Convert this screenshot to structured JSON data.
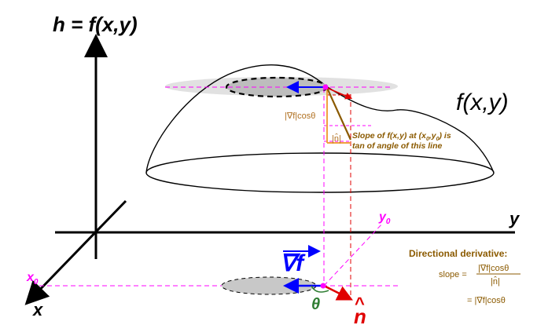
{
  "labels": {
    "vertical_axis": "h = f(x,y)",
    "surface": "f(x,y)",
    "y_axis": "y",
    "x_axis": "x",
    "x0": "x",
    "x0_sub": "0",
    "y0": "y",
    "y0_sub": "0",
    "gradient": "∇f",
    "theta": "θ",
    "n_hat": "n",
    "n_hat_accent": "^",
    "grad_cos": "|∇f|cosθ",
    "n_hat_len": "|n̂|",
    "slope_note_line1_a": "Slope of f(x,y) at (x",
    "slope_note_line1_sub1": "0",
    "slope_note_line1_b": ",y",
    "slope_note_line1_sub2": "0",
    "slope_note_line1_c": ") is",
    "slope_note_line2": "tan of angle of this line"
  },
  "formula": {
    "title": "Directional derivative:",
    "lhs": "slope =",
    "numerator": "|∇f|cosθ",
    "denominator": "|n̂|",
    "result": "= |∇f|cosθ"
  },
  "colors": {
    "axis": "#000000",
    "dashed_guides": "#ff00ff",
    "gradient_arrow": "#0000ff",
    "n_hat_arrow": "#e00000",
    "theta": "#2e7d32",
    "annotation": "#8b5a00",
    "triangle": "#f0a040",
    "shaded_disk": "#c8c8c8"
  }
}
